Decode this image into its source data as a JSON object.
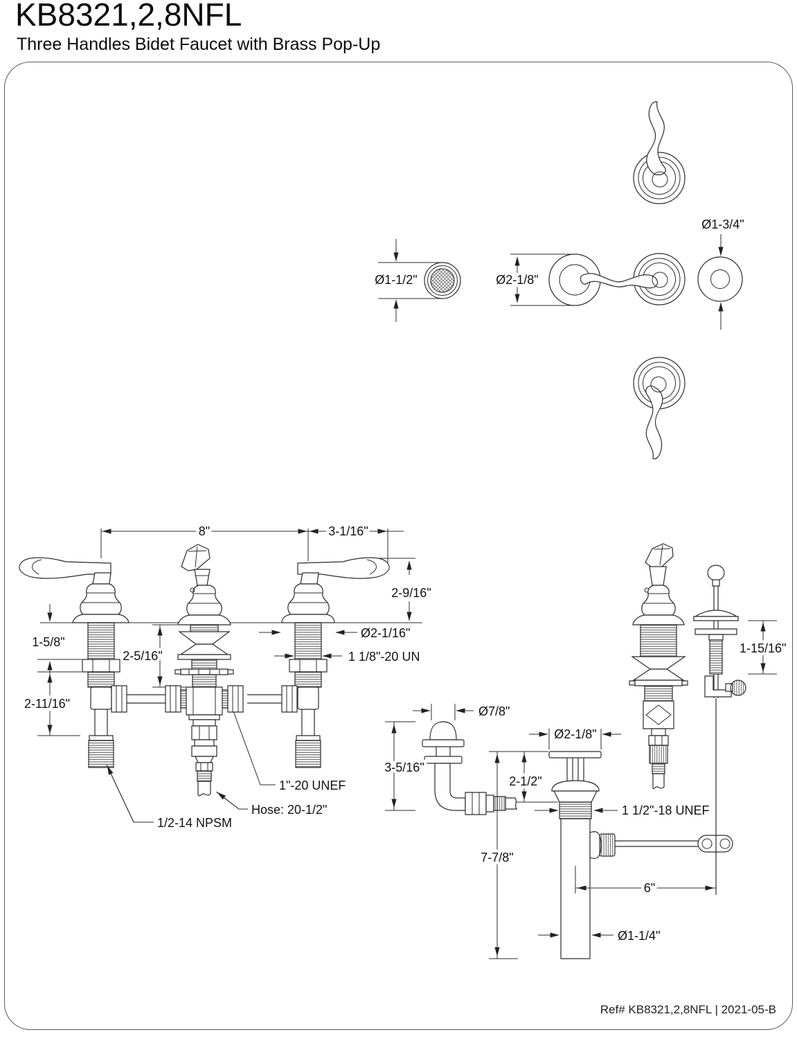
{
  "title": "KB8321,2,8NFL",
  "subtitle": "Three Handles Bidet Faucet with Brass Pop-Up",
  "footer": "Ref# KB8321,2,8NFL | 2021-05-B",
  "top_views": {
    "aerator_diameter": "Ø1-1/2\"",
    "escutcheon_diameter": "Ø2-1/8\"",
    "washer_diameter": "Ø1-3/4\""
  },
  "faucet": {
    "spread": "8\"",
    "handle_to_tip": "3-1/16\"",
    "handle_height": "2-9/16\"",
    "shank_exposed": "1-5/8\"",
    "center_depth": "2-5/16\"",
    "supply_length": "2-11/16\"",
    "escutcheon_base_diameter": "Ø2-1/16\"",
    "shank_thread": "1 1/8\"-20 UN",
    "spray_hose_thread": "1\"-20 UNEF",
    "hose_length": "Hose: 20-1/2\"",
    "supply_thread": "1/2-14 NPSM"
  },
  "sprayer": {
    "outlet_diameter": "Ø7/8\"",
    "outlet_height": "3-5/16\"",
    "lift_rod_height": "1-15/16\""
  },
  "popup": {
    "flange_diameter": "Ø2-1/8\"",
    "flange_height": "2-1/2\"",
    "body_thread": "1 1/2\"-18 UNEF",
    "overall_height": "7-7/8\"",
    "rod_length": "6\"",
    "tailpiece_diameter": "Ø1-1/4\""
  }
}
